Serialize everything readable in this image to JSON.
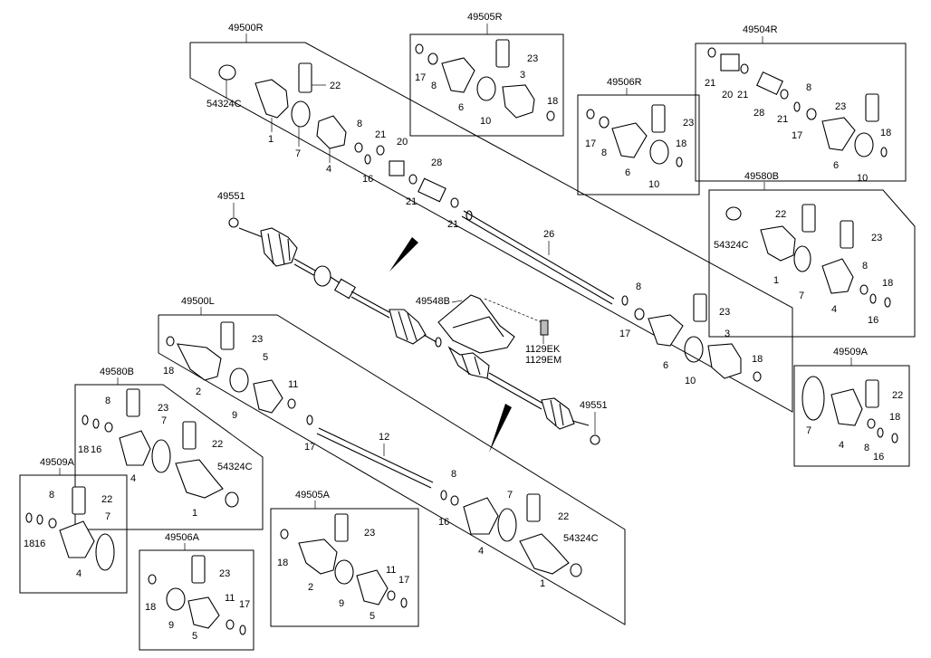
{
  "groups": {
    "g49500R": "49500R",
    "g49505R": "49505R",
    "g49506R": "49506R",
    "g49504R": "49504R",
    "g49580B": "49580B",
    "g49509A": "49509A",
    "g49500L": "49500L",
    "g49506A": "49506A",
    "g49505A": "49505A"
  },
  "labels": {
    "l1": "1",
    "l2": "2",
    "l3": "3",
    "l4": "4",
    "l5": "5",
    "l6": "6",
    "l7": "7",
    "l8": "8",
    "l9": "9",
    "l10": "10",
    "l11": "11",
    "l12": "12",
    "l16": "16",
    "l17": "17",
    "l18": "18",
    "l20": "20",
    "l21": "21",
    "l22": "22",
    "l23": "23",
    "l26": "26",
    "l28": "28",
    "l54324C": "54324C",
    "l49551": "49551",
    "l49548B": "49548B",
    "l1129EK": "1129EK",
    "l1129EM": "1129EM"
  }
}
